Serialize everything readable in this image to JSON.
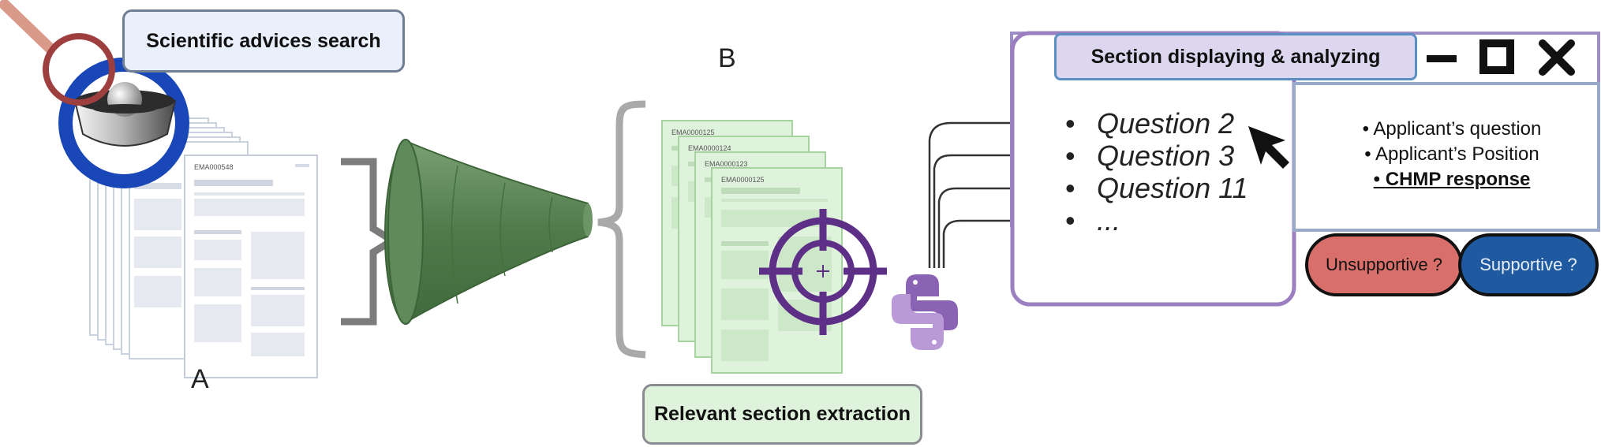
{
  "panel_a": {
    "letter": "A",
    "search_label": "Scientific advices search",
    "doc_code": "EMA000548"
  },
  "panel_b": {
    "letter": "B",
    "doc_codes": [
      "EMA0000125",
      "EMA0000124",
      "EMA0000123",
      "EMA0000125"
    ],
    "extraction_label": "Relevant section extraction"
  },
  "window": {
    "title": "Section displaying & analyzing",
    "questions": [
      "Question 2",
      "Question 3",
      "Question 11",
      "..."
    ],
    "info_items": [
      "Applicant’s question",
      "Applicant’s Position",
      "CHMP response"
    ],
    "buttons": {
      "unsupportive": "Unsupportive ?",
      "supportive": "Supportive ?"
    }
  },
  "colors": {
    "search_box": "#e9f0fb",
    "extraction_box": "#dff3dc",
    "window_title": "#dcd6ef",
    "window_border": "#9b7fc0",
    "funnel": "#5f8a5a",
    "target": "#5d2f86",
    "python_logo": "#8a63b5",
    "unsupportive": "#d96f6b",
    "supportive": "#1f5aa0"
  },
  "icons": [
    "magnifier-icon",
    "bowl-icon",
    "funnel-icon",
    "target-icon",
    "python-icon",
    "cursor-icon",
    "minimize-icon",
    "maximize-icon",
    "close-icon"
  ]
}
